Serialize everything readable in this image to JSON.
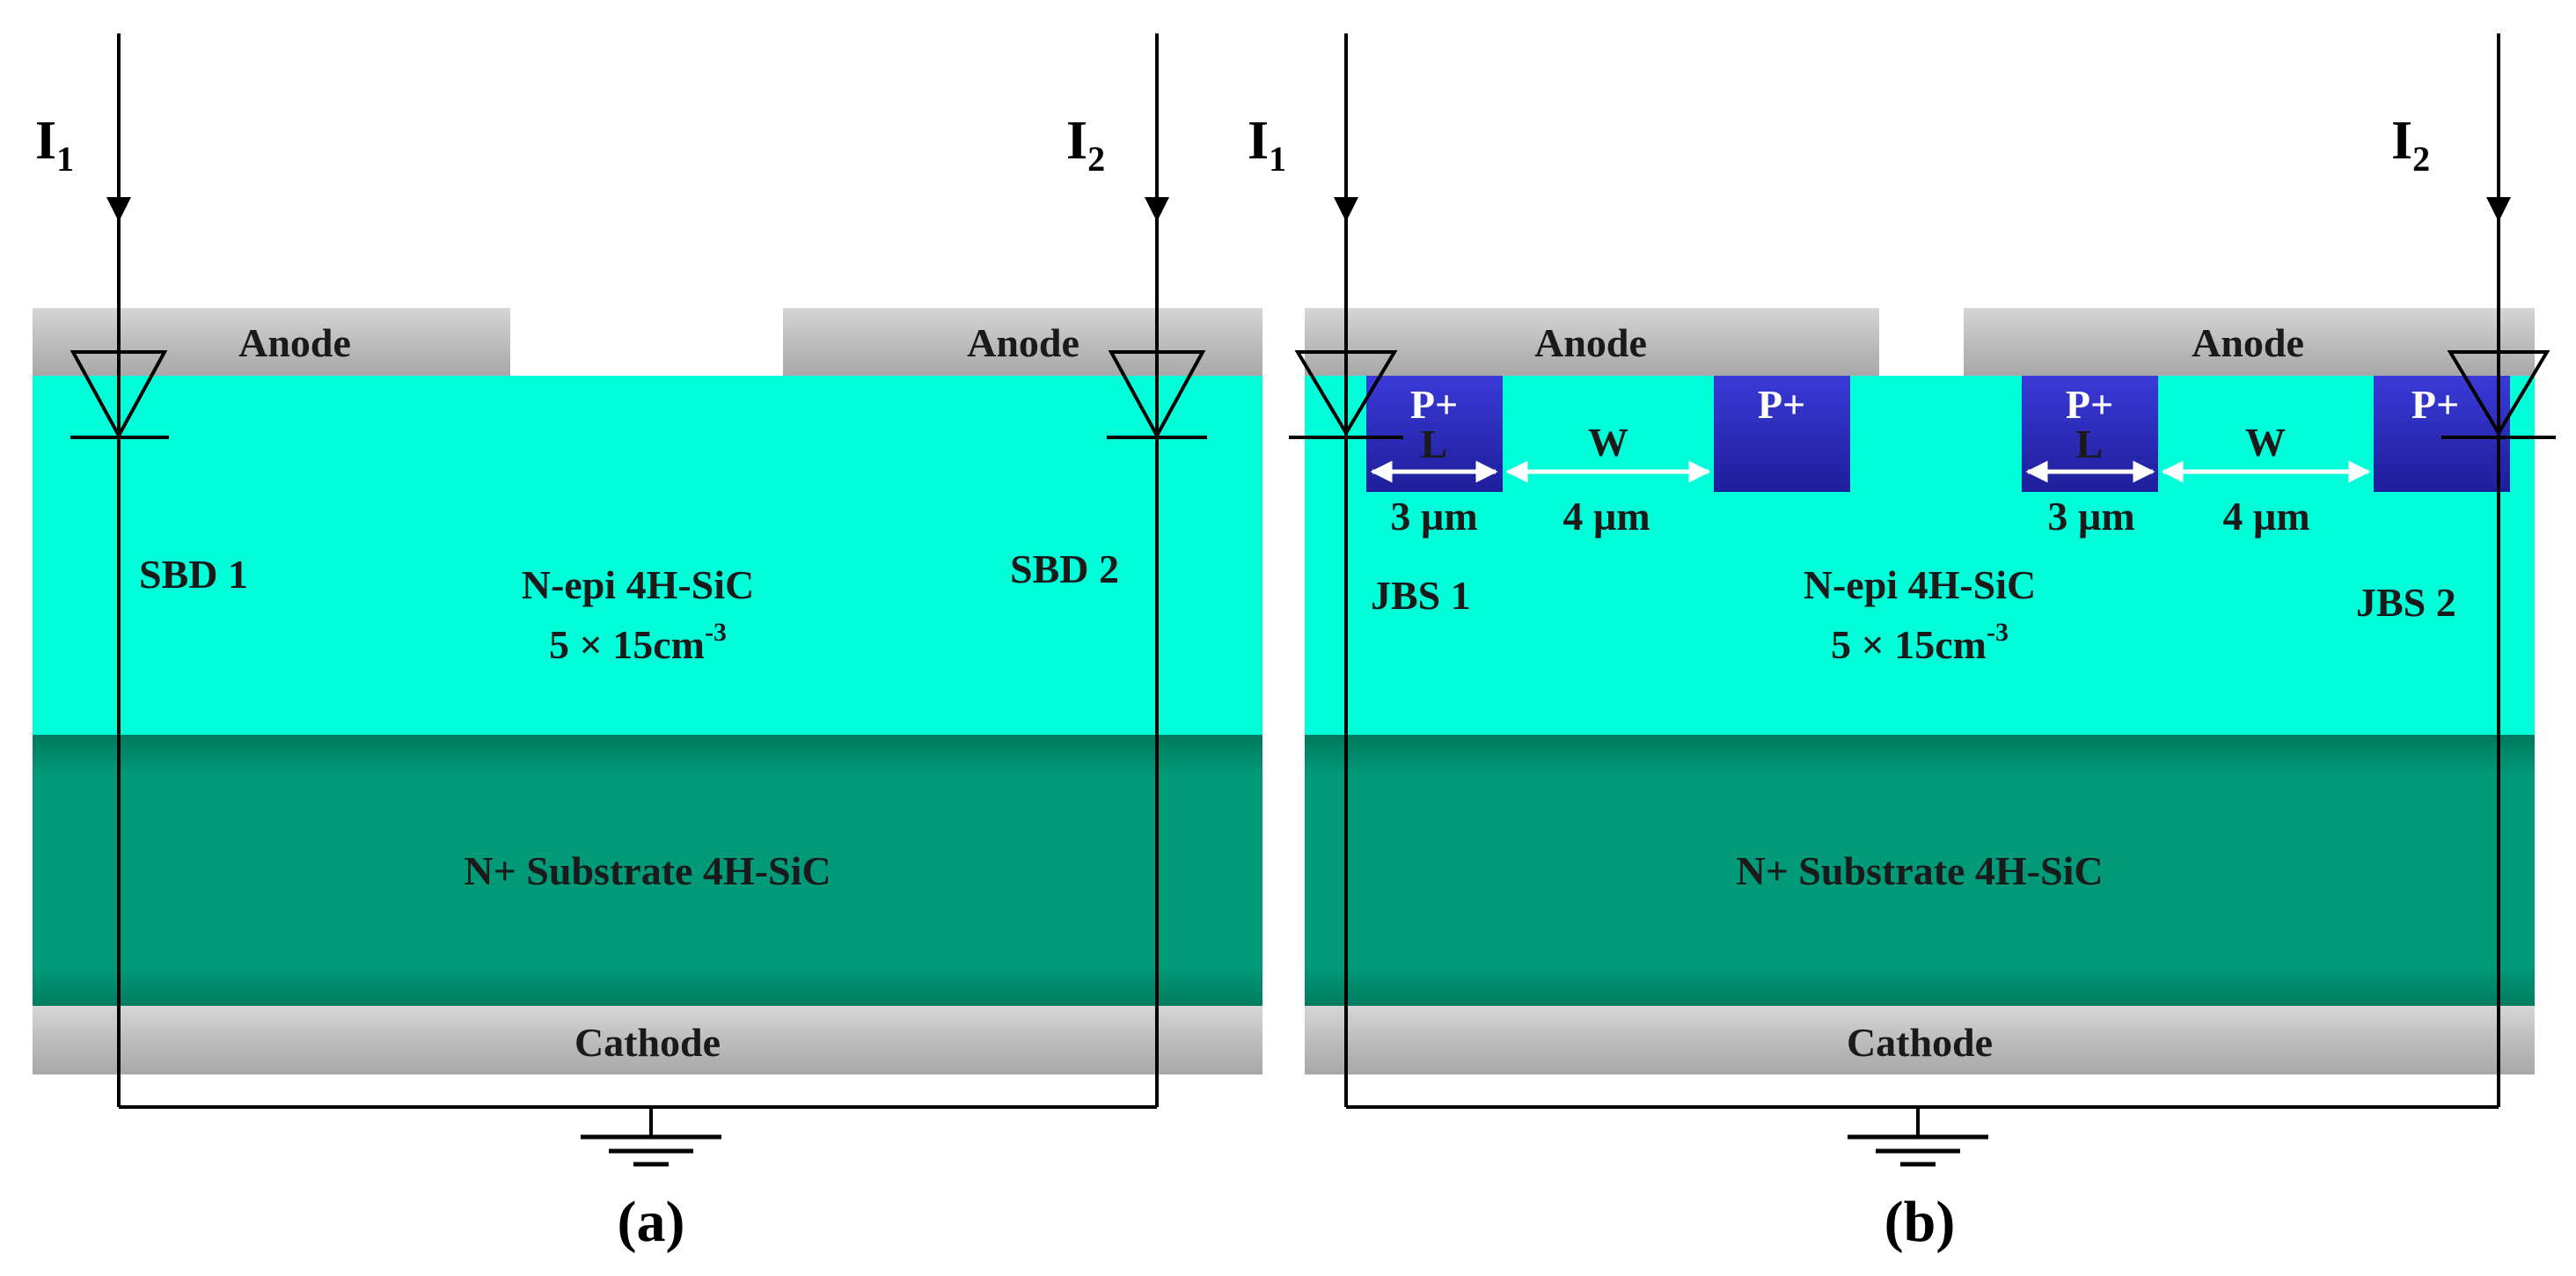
{
  "colors": {
    "epi": "#00FFD9",
    "substrate": "#009977",
    "metal": "#BFBFBF",
    "p_plus": "#2B2BC8",
    "wire": "#000000",
    "dimension_arrow": "#ffffff"
  },
  "panel_a": {
    "caption": "(a)",
    "current_left": {
      "base": "I",
      "sub": "1"
    },
    "current_right": {
      "base": "I",
      "sub": "2"
    },
    "anode_left": "Anode",
    "anode_right": "Anode",
    "diode_left": "SBD 1",
    "diode_right": "SBD 2",
    "epi_label": "N-epi 4H-SiC",
    "doping_label": "5 × 15cm",
    "doping_exp": "-3",
    "substrate_label": "N+ Substrate 4H-SiC",
    "cathode_label": "Cathode"
  },
  "panel_b": {
    "caption": "(b)",
    "current_left": {
      "base": "I",
      "sub": "1"
    },
    "current_right": {
      "base": "I",
      "sub": "2"
    },
    "anode_left": "Anode",
    "anode_right": "Anode",
    "diode_left": "JBS 1",
    "diode_right": "JBS 2",
    "p_plus_label": "P+",
    "dim_L": "L",
    "dim_W": "W",
    "dim_L_value": "3 µm",
    "dim_W_value": "4 µm",
    "epi_label": "N-epi 4H-SiC",
    "doping_label": "5 × 15cm",
    "doping_exp": "-3",
    "substrate_label": "N+ Substrate 4H-SiC",
    "cathode_label": "Cathode"
  }
}
